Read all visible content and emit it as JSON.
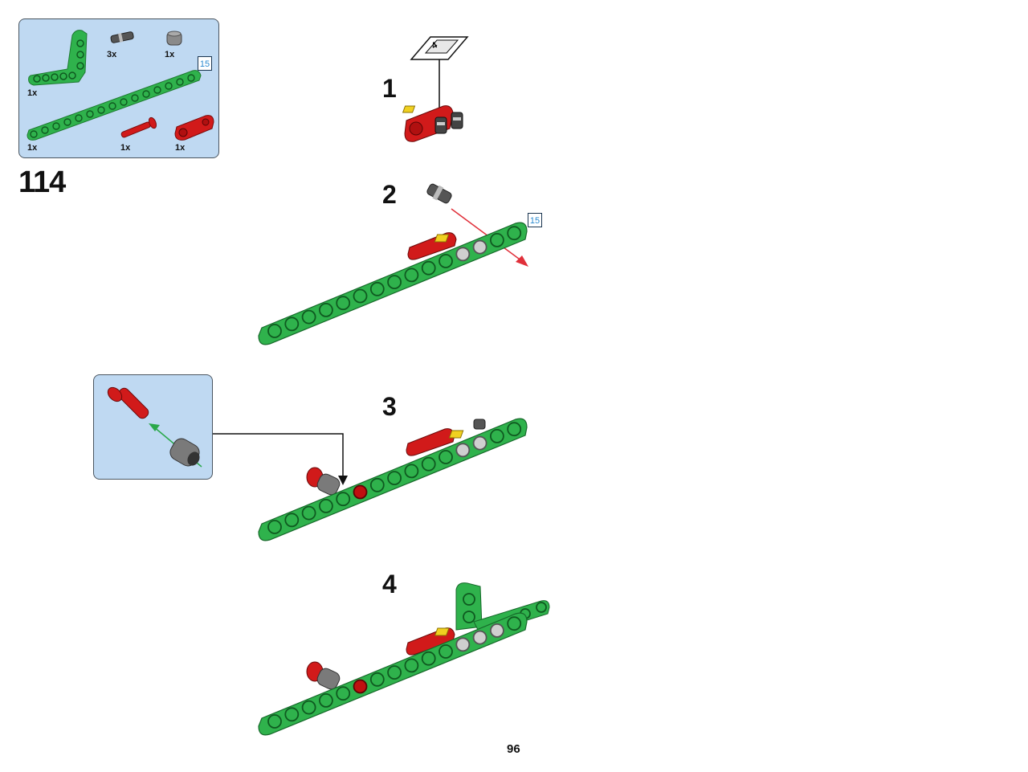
{
  "parts_list": {
    "items": [
      {
        "part": "l-beam-green",
        "qty": "1x"
      },
      {
        "part": "axle-pin-gray",
        "qty": "3x"
      },
      {
        "part": "bush-gray",
        "qty": "1x"
      },
      {
        "part": "straight-beam-green-15",
        "qty": "1x"
      },
      {
        "part": "pin-red",
        "qty": "1x"
      },
      {
        "part": "cross-block-red",
        "qty": "1x"
      }
    ],
    "length_badge": "15"
  },
  "main_step": "114",
  "steps": [
    {
      "number": "1",
      "sticker_label": "4"
    },
    {
      "number": "2",
      "length_badge": "15"
    },
    {
      "number": "3"
    },
    {
      "number": "4"
    }
  ],
  "page_number": "96",
  "colors": {
    "beam_green": "#2fb24c",
    "beam_green_dark": "#1e8a36",
    "brick_red": "#d11a1a",
    "panel_blue": "#bfd9f2",
    "bush_gray": "#7a7a7a",
    "arrow_red": "#e0303a",
    "arrow_green": "#2aa84a"
  }
}
